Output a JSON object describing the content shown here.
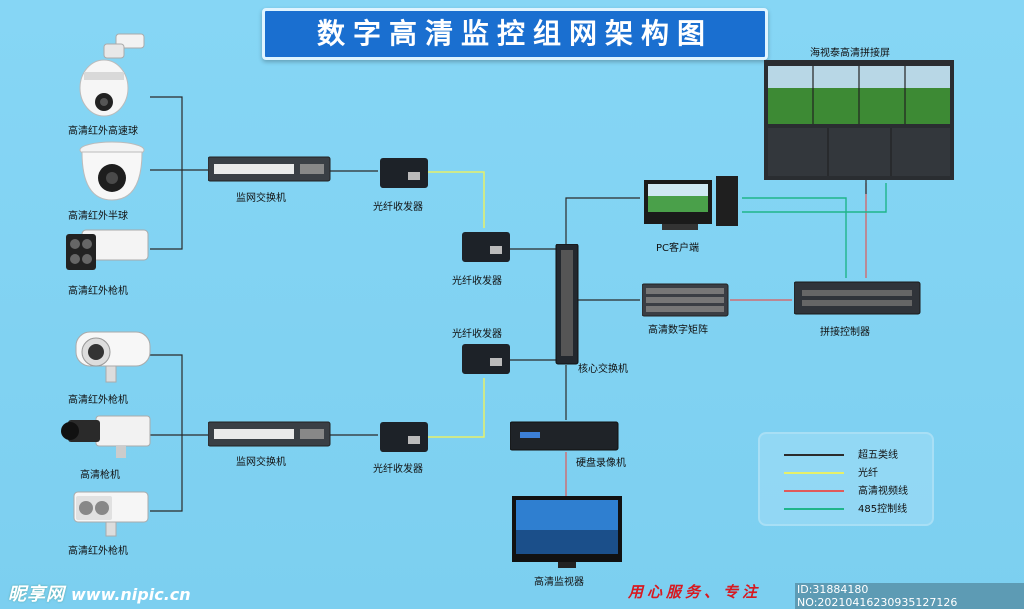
{
  "title": "数字高清监控组网架构图",
  "labels": {
    "cam1": "高清红外高速球",
    "cam2": "高清红外半球",
    "cam3": "高清红外枪机",
    "cam4": "高清红外枪机",
    "cam5": "高清枪机",
    "cam6": "高清红外枪机",
    "switch_top": "监网交换机",
    "switch_bottom": "监网交换机",
    "fiber_top_left": "光纤收发器",
    "fiber_bottom_left": "光纤收发器",
    "fiber_mid_top": "光纤收发器",
    "fiber_mid_bottom": "光纤收发器",
    "core_switch": "核心交换机",
    "pc": "PC客户端",
    "matrix": "高清数字矩阵",
    "video_wall": "海视泰高清拼接屏",
    "splice_ctrl": "拼接控制器",
    "nvr": "硬盘录像机",
    "monitor": "高清监视器"
  },
  "legend": [
    {
      "label": "超五类线",
      "color": "#2b2b2b"
    },
    {
      "label": "光纤",
      "color": "#e6f06a"
    },
    {
      "label": "高清视频线",
      "color": "#e05a5a"
    },
    {
      "label": "485控制线",
      "color": "#1fb58a"
    }
  ],
  "footer": {
    "watermark": "昵享网",
    "url": "www.nipic.cn",
    "slogan": "用心服务、专注",
    "id_text": "ID:31884180 NO:20210416230935127126"
  }
}
